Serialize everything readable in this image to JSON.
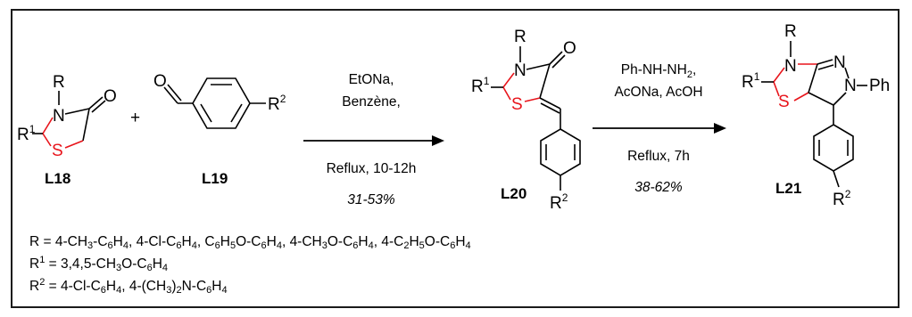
{
  "compounds": {
    "l18": {
      "label": "L18",
      "r": "R",
      "r1": "R",
      "n": "N",
      "o": "O",
      "s": "S"
    },
    "l19": {
      "label": "L19",
      "o": "O",
      "r2": "R"
    },
    "l20": {
      "label": "L20",
      "r": "R",
      "r1": "R",
      "n": "N",
      "o": "O",
      "s": "S",
      "r2": "R"
    },
    "l21": {
      "label": "L21",
      "r": "R",
      "r1": "R",
      "n1": "N",
      "n2": "N",
      "n3": "N",
      "ph": "Ph",
      "s": "S",
      "r2": "R"
    }
  },
  "plus": "+",
  "reaction1": {
    "reagent1": "EtONa,",
    "reagent2": "Benzène,",
    "conditions": "Reflux, 10-12h",
    "yield": "31-53%"
  },
  "reaction2": {
    "reagent1": "Ph-NH-NH",
    "reagent1_sub": "2",
    "reagent1_end": ",",
    "reagent2": "AcONa, AcOH",
    "conditions": "Reflux, 7h",
    "yield": "38-62%"
  },
  "substituents": {
    "r_line": "R = 4-CH3-C6H4, 4-Cl-C6H4, C6H5O-C6H4, 4-CH3O-C6H4, 4-C2H5O-C6H4",
    "r1_line": "R1 = 3,4,5-CH3O-C6H4",
    "r2_line": "R2 = 4-Cl-C6H4, 4-(CH3)2N-C6H4"
  },
  "colors": {
    "ring_red": "#e8141b",
    "ink": "#000000",
    "frame": "#1a1a1a"
  }
}
